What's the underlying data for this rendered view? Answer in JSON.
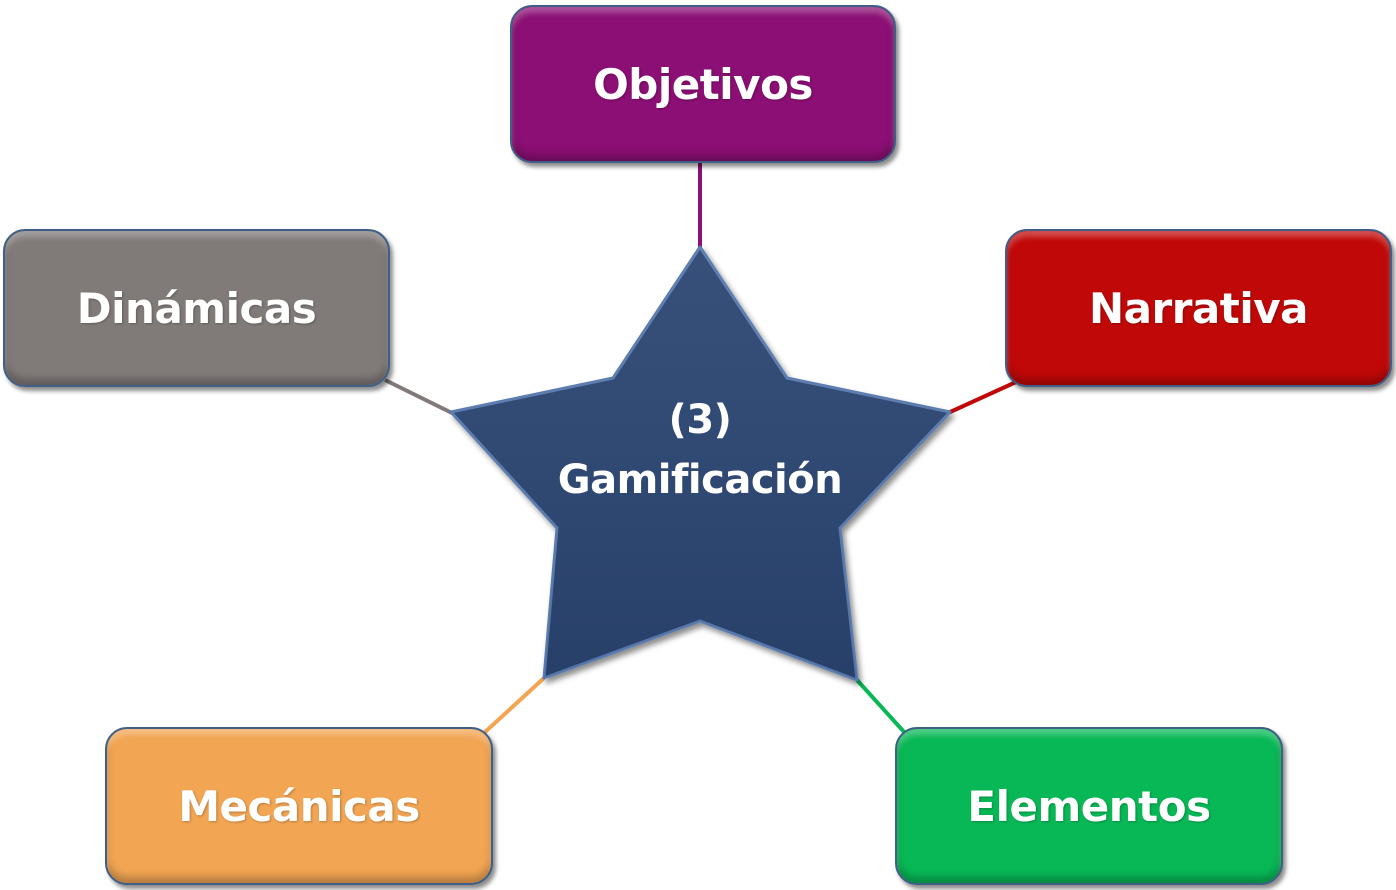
{
  "center": {
    "line1": "(3)",
    "line2": "Gamificación",
    "color": "#2b4572"
  },
  "nodes": [
    {
      "id": "objetivos",
      "label": "Objetivos",
      "color": "#8b0f74"
    },
    {
      "id": "narrativa",
      "label": "Narrativa",
      "color": "#c00808"
    },
    {
      "id": "elementos",
      "label": "Elementos",
      "color": "#08b856"
    },
    {
      "id": "mecanicas",
      "label": "Mecánicas",
      "color": "#f2a553"
    },
    {
      "id": "dinamicas",
      "label": "Dinámicas",
      "color": "#807a79"
    }
  ],
  "connectors": [
    {
      "from": "center",
      "to": "objetivos",
      "color": "#8b0f74"
    },
    {
      "from": "center",
      "to": "narrativa",
      "color": "#c00808"
    },
    {
      "from": "center",
      "to": "elementos",
      "color": "#08b856"
    },
    {
      "from": "center",
      "to": "mecanicas",
      "color": "#f2a553"
    },
    {
      "from": "center",
      "to": "dinamicas",
      "color": "#807a79"
    }
  ]
}
